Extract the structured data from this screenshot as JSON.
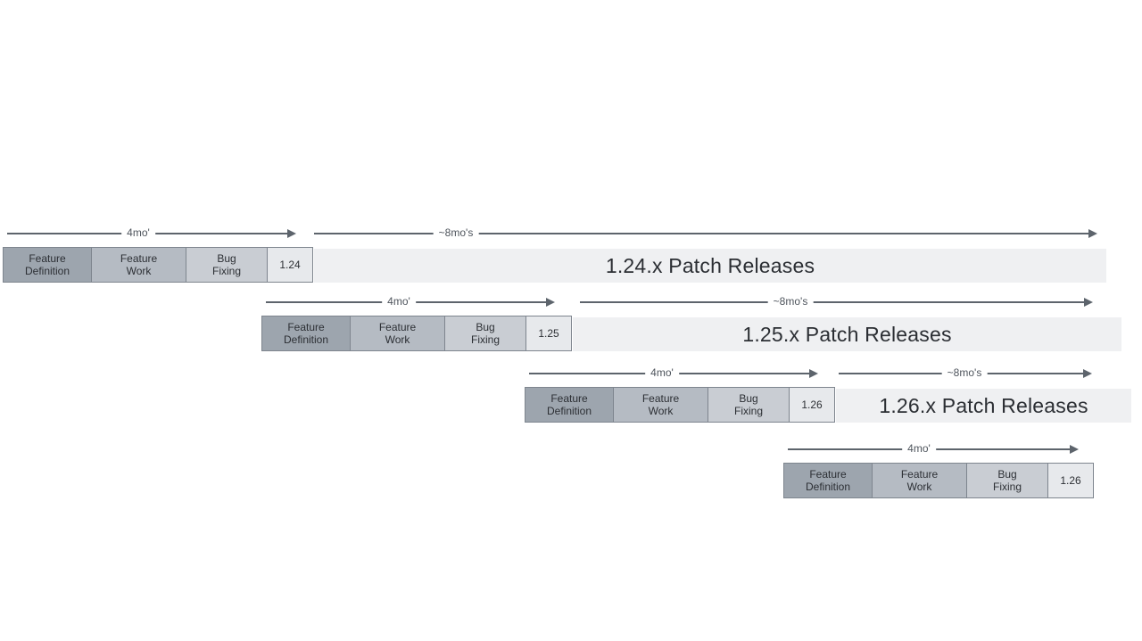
{
  "diagram_title": "release-cadence-timeline",
  "colors": {
    "feature_definition": "#9da5ae",
    "feature_work": "#b5bbc3",
    "bug_fixing": "#c9cdd3",
    "version_box": "#e7e9ec",
    "patch_bar": "#eff0f2",
    "box_border": "#7e858e",
    "arrow": "#5d646c",
    "text_dark": "#2c2f34",
    "background": "#ffffff"
  },
  "rows": [
    {
      "cycle_label": "4mo'",
      "window_label": "~8mo's",
      "phases": [
        {
          "line1": "Feature",
          "line2": "Definition"
        },
        {
          "line1": "Feature",
          "line2": "Work"
        },
        {
          "line1": "Bug",
          "line2": "Fixing"
        }
      ],
      "version": "1.24",
      "patch_label": "1.24.x Patch Releases"
    },
    {
      "cycle_label": "4mo'",
      "window_label": "~8mo's",
      "phases": [
        {
          "line1": "Feature",
          "line2": "Definition"
        },
        {
          "line1": "Feature",
          "line2": "Work"
        },
        {
          "line1": "Bug",
          "line2": "Fixing"
        }
      ],
      "version": "1.25",
      "patch_label": "1.25.x Patch Releases"
    },
    {
      "cycle_label": "4mo'",
      "window_label": "~8mo's",
      "phases": [
        {
          "line1": "Feature",
          "line2": "Definition"
        },
        {
          "line1": "Feature",
          "line2": "Work"
        },
        {
          "line1": "Bug",
          "line2": "Fixing"
        }
      ],
      "version": "1.26",
      "patch_label": "1.26.x Patch Releases"
    },
    {
      "cycle_label": "4mo'",
      "phases": [
        {
          "line1": "Feature",
          "line2": "Definition"
        },
        {
          "line1": "Feature",
          "line2": "Work"
        },
        {
          "line1": "Bug",
          "line2": "Fixing"
        }
      ],
      "version": "1.26"
    }
  ]
}
